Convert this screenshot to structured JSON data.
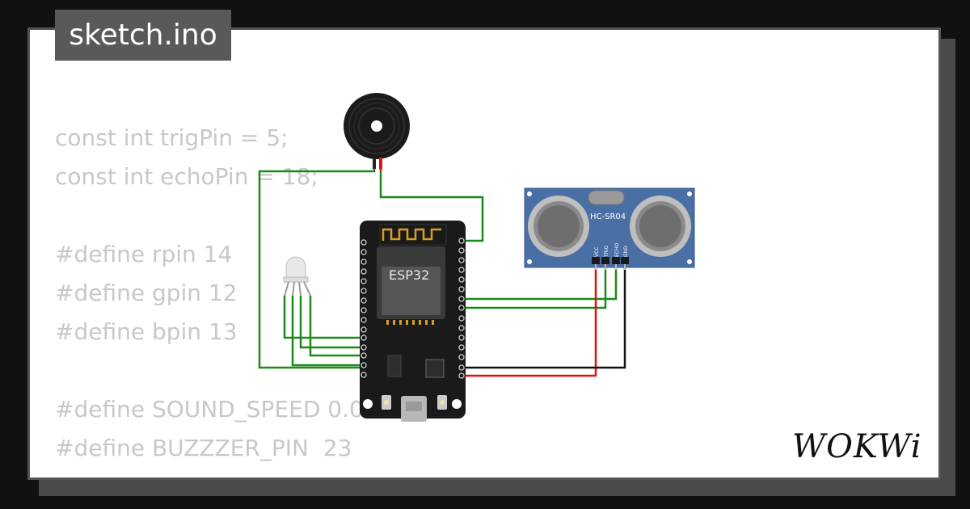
{
  "file_tab": {
    "name": "sketch.ino"
  },
  "code_lines": [
    "const int trigPin = 5;",
    "const int echoPin = 18;",
    "",
    "#define rpin 14",
    "#define gpin 12",
    "#define bpin 13",
    "",
    "#define SOUND_SPEED 0.034",
    "#define BUZZZER_PIN  23"
  ],
  "components": {
    "esp32_label": "ESP32",
    "sensor_label": "HC-SR04",
    "sensor_pins": [
      "VCC",
      "TRIG",
      "ECHO",
      "GND"
    ]
  },
  "brand": {
    "logo_text": "WOKWi"
  },
  "colors": {
    "background": "#111111",
    "card": "#ffffff",
    "wire_green": "#1a8a1a",
    "wire_red": "#e01010",
    "wire_black": "#111111",
    "sensor_blue": "#4a6fa5",
    "board_black": "#1a1a1a"
  }
}
